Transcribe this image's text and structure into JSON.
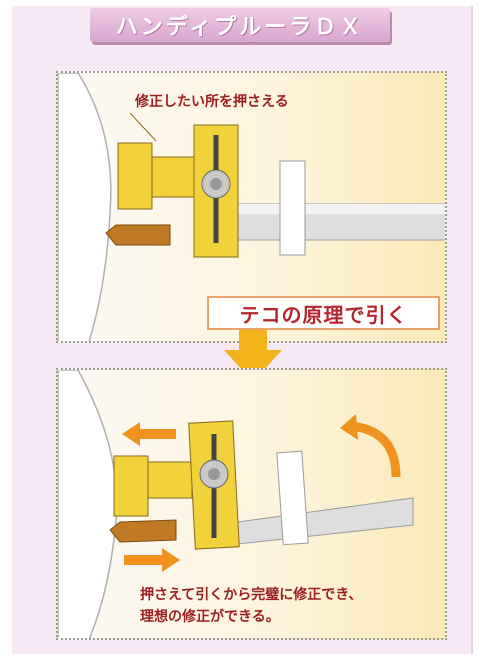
{
  "title": "ハンディプルーラＤＸ",
  "top_panel": {
    "annotation": "修正したい所を押さえる"
  },
  "caption": "テコの原理で引く",
  "bottom_panel": {
    "lines": [
      "押さえて引くから完璧に修正でき、",
      "理想の修正ができる。"
    ]
  },
  "colors": {
    "background": "#f6e8f4",
    "title_tab": "#d9a6cf",
    "label_text": "#9a2020",
    "caption_border": "#e7a36a",
    "down_arrow": "#f2b21a",
    "motion_arrows": "#ef9220",
    "tool_yellow": "#f2d23a",
    "rod_gray": "#dedede"
  },
  "icons": [
    "down-arrow-icon",
    "left-arrow-icon",
    "right-arrow-icon",
    "curved-arrow-icon"
  ]
}
